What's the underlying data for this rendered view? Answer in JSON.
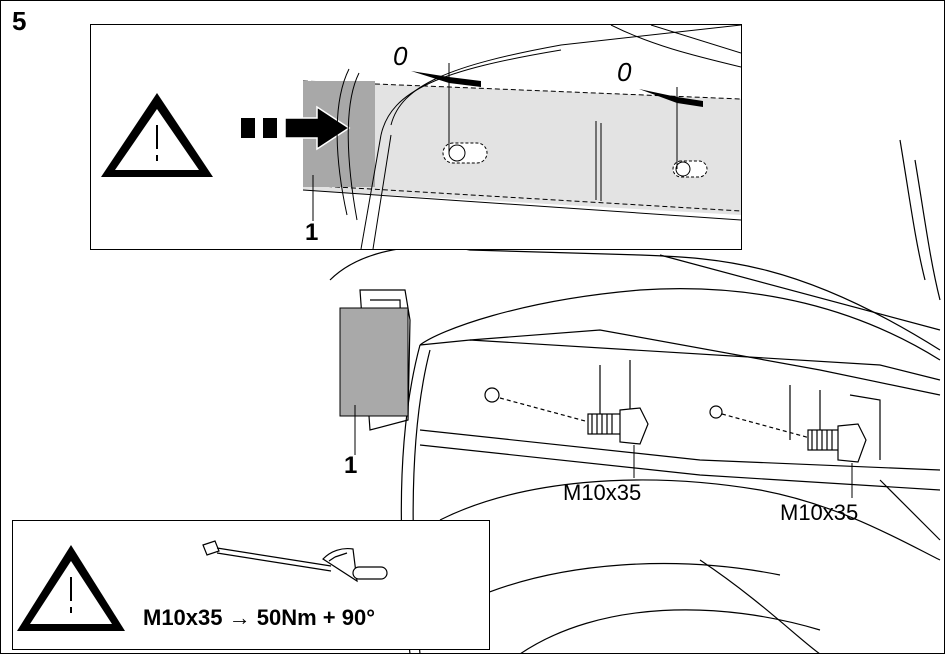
{
  "step": {
    "number": "5"
  },
  "top_inset": {
    "clearance_left": "0",
    "clearance_right": "0",
    "part_label": "1"
  },
  "main_view": {
    "part_label": "1",
    "bolt_left": "M10x35",
    "bolt_right": "M10x35"
  },
  "torque_box": {
    "spec": "M10x35 → 50Nm + 90°"
  },
  "icons": [
    "warning-triangle-icon",
    "arrow-icon",
    "torque-wrench-icon",
    "bolt-icon"
  ]
}
